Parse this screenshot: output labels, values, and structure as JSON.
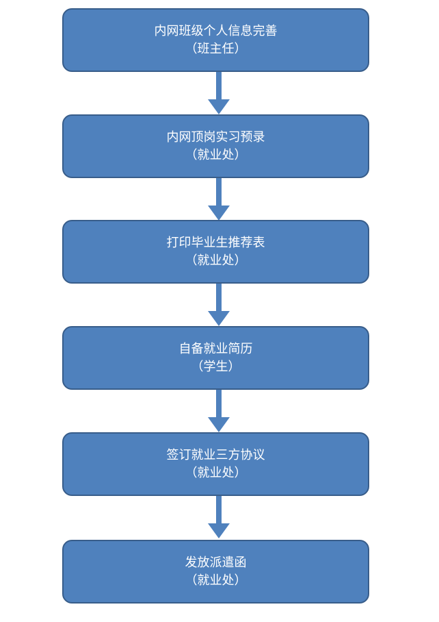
{
  "flowchart": {
    "steps": [
      {
        "title": "内网班级个人信息完善",
        "owner": "（班主任）"
      },
      {
        "title": "内网顶岗实习预录",
        "owner": "（就业处）"
      },
      {
        "title": "打印毕业生推荐表",
        "owner": "（就业处）"
      },
      {
        "title": "自备就业简历",
        "owner": "（学生）"
      },
      {
        "title": "签订就业三方协议",
        "owner": "（就业处）"
      },
      {
        "title": "发放派遣函",
        "owner": "（就业处）"
      }
    ],
    "colors": {
      "box_fill": "#4f81bd",
      "box_border": "#385d8a",
      "arrow": "#4f81bd",
      "text": "#ffffff"
    }
  }
}
